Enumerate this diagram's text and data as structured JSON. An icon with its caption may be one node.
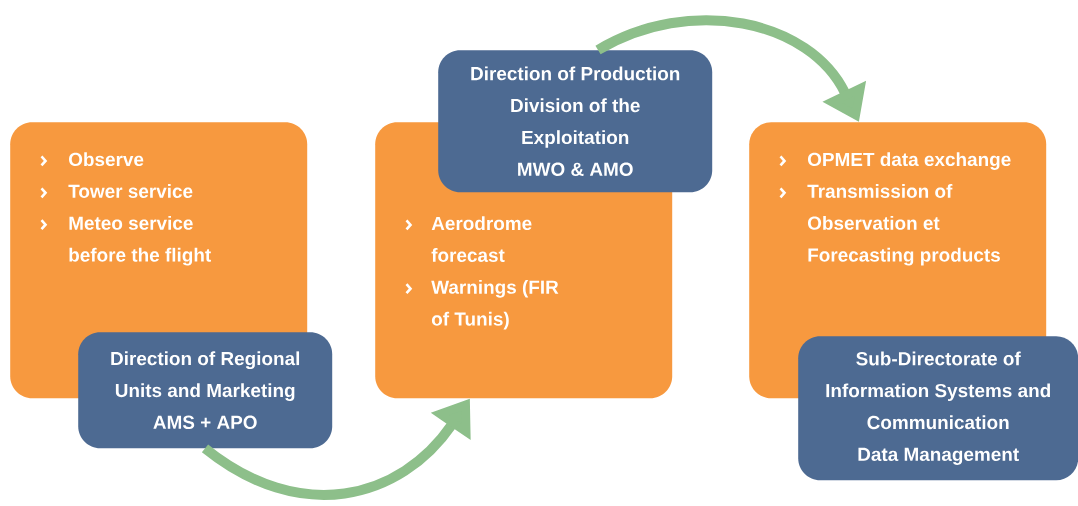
{
  "diagram": {
    "nodes": [
      {
        "text": [
          "Observe",
          "Tower service",
          "Meteo service before the flight"
        ]
      },
      {
        "text": [
          "Direction of Regional Units and Marketing",
          "AMS + APO"
        ]
      },
      {
        "text": [
          "Aerodrome forecast",
          "Warnings (FIR of Tunis)"
        ]
      },
      {
        "text": [
          "Direction of Production Division of the Exploitation",
          "MWO & AMO"
        ]
      },
      {
        "text": [
          "OPMET data exchange",
          "Transmission of Observation et Forecasting products"
        ]
      },
      {
        "text": [
          "Sub-Directorate of Information Systems and Communication",
          "Data Management"
        ]
      }
    ],
    "edges": [
      {
        "from": 1,
        "to": 2,
        "arrow": "to"
      },
      {
        "from": 3,
        "to": 4,
        "arrow": "to"
      }
    ]
  }
}
